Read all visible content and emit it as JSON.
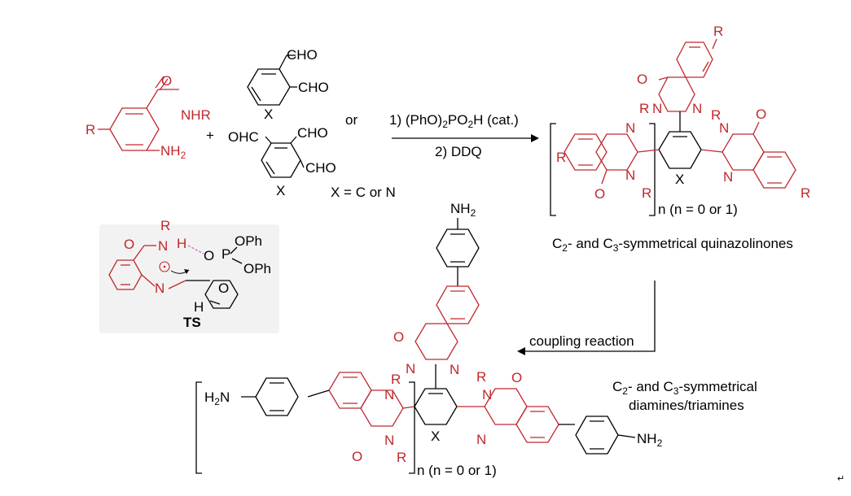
{
  "colors": {
    "accent": "#c0282d",
    "ink": "#000000",
    "ts_panel": "#f2f2f2"
  },
  "reactant1": {
    "amide": "NHR",
    "amine": "NH",
    "amine_sub": "2",
    "oxygen": "O",
    "r_group": "R"
  },
  "reactant2": {
    "cho_top": "CHO",
    "cho_mid": "CHO",
    "x_atom": "X"
  },
  "reactant3": {
    "ohc": "OHC",
    "cho_a": "CHO",
    "cho_b": "CHO",
    "x_atom": "X"
  },
  "plus_sign": "+",
  "or_text": "or",
  "x_definition": "X = C or N",
  "step1": {
    "pre": "1) (PhO)",
    "s1": "2",
    "mid": "PO",
    "s2": "2",
    "post": "H (cat.)"
  },
  "step2": "2) DDQ",
  "product1": {
    "atom_o": "O",
    "atom_n": "N",
    "atom_r": "R",
    "atom_x": "X",
    "repeat": "n (n = 0 or 1)",
    "caption": {
      "c1": "C",
      "s1": "2",
      "mid": "- and C",
      "s2": "3",
      "post": "-symmetrical quinazolinones"
    }
  },
  "ts": {
    "label": "TS",
    "r": "R",
    "o": "O",
    "n": "N",
    "h": "H",
    "p": "P",
    "oph1": "OPh",
    "oph2": "OPh"
  },
  "coupling_label": "coupling reaction",
  "product2": {
    "nh2": "NH",
    "nh2_sub": "2",
    "h2n": "H",
    "h2n_sub": "2",
    "h2n_post": "N",
    "atom_o": "O",
    "atom_n": "N",
    "atom_r": "R",
    "atom_x": "X",
    "repeat": "n (n = 0 or 1)",
    "caption_line1": {
      "c1": "C",
      "s1": "2",
      "mid": "- and C",
      "s2": "3",
      "post": "-symmetrical"
    },
    "caption_line2": "diamines/triamines"
  },
  "corner_mark": "↵"
}
